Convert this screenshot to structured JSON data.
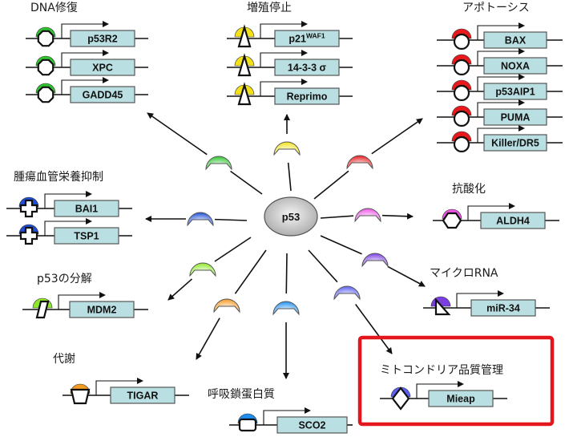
{
  "center": {
    "label": "p53",
    "color": "#c8c8c8"
  },
  "groups": [
    {
      "id": "dna-repair",
      "title": "DNA修復",
      "color": "#2ec52e",
      "element": "octagon",
      "genes": [
        {
          "name": "p53R2"
        },
        {
          "name": "XPC"
        },
        {
          "name": "GADD45"
        }
      ]
    },
    {
      "id": "growth-arrest",
      "title": "増殖停止",
      "color": "#f2e21a",
      "element": "triangle",
      "genes": [
        {
          "name": "p21",
          "sup": "WAF1"
        },
        {
          "name": "14-3-3 σ"
        },
        {
          "name": "Reprimo"
        }
      ]
    },
    {
      "id": "apoptosis",
      "title": "アポトーシス",
      "color": "#e8191c",
      "element": "circle",
      "genes": [
        {
          "name": "BAX"
        },
        {
          "name": "NOXA"
        },
        {
          "name": "p53AIP1"
        },
        {
          "name": "PUMA"
        },
        {
          "name": "Killer/DR5"
        }
      ]
    },
    {
      "id": "angiogenesis-inhibition",
      "title": "腫瘍血管栄養抑制",
      "color": "#1f4fd6",
      "element": "cross",
      "genes": [
        {
          "name": "BAI1"
        },
        {
          "name": "TSP1"
        }
      ]
    },
    {
      "id": "antioxidant",
      "title": "抗酸化",
      "color": "#ee55e6",
      "element": "hexagon",
      "genes": [
        {
          "name": "ALDH4"
        }
      ]
    },
    {
      "id": "p53-degradation",
      "title": "p53の分解",
      "color": "#8ee82a",
      "element": "parallelogram",
      "genes": [
        {
          "name": "MDM2"
        }
      ]
    },
    {
      "id": "microrna",
      "title": "マイクロRNA",
      "color": "#7b3fe0",
      "element": "right-triangle",
      "genes": [
        {
          "name": "miR-34"
        }
      ]
    },
    {
      "id": "metabolism",
      "title": "代謝",
      "color": "#f59a23",
      "element": "trapezoid",
      "genes": [
        {
          "name": "TIGAR"
        }
      ]
    },
    {
      "id": "respiratory-chain",
      "title": "呼吸鎖蛋白質",
      "color": "#1e8ff0",
      "element": "rounded-rect",
      "genes": [
        {
          "name": "SCO2"
        }
      ]
    },
    {
      "id": "mitochondrial-quality-control",
      "title": "ミトコンドリア品質管理",
      "color": "#5b5ef0",
      "element": "diamond",
      "highlighted": true,
      "highlight_color": "#e3161b",
      "genes": [
        {
          "name": "Mieap"
        }
      ]
    }
  ]
}
